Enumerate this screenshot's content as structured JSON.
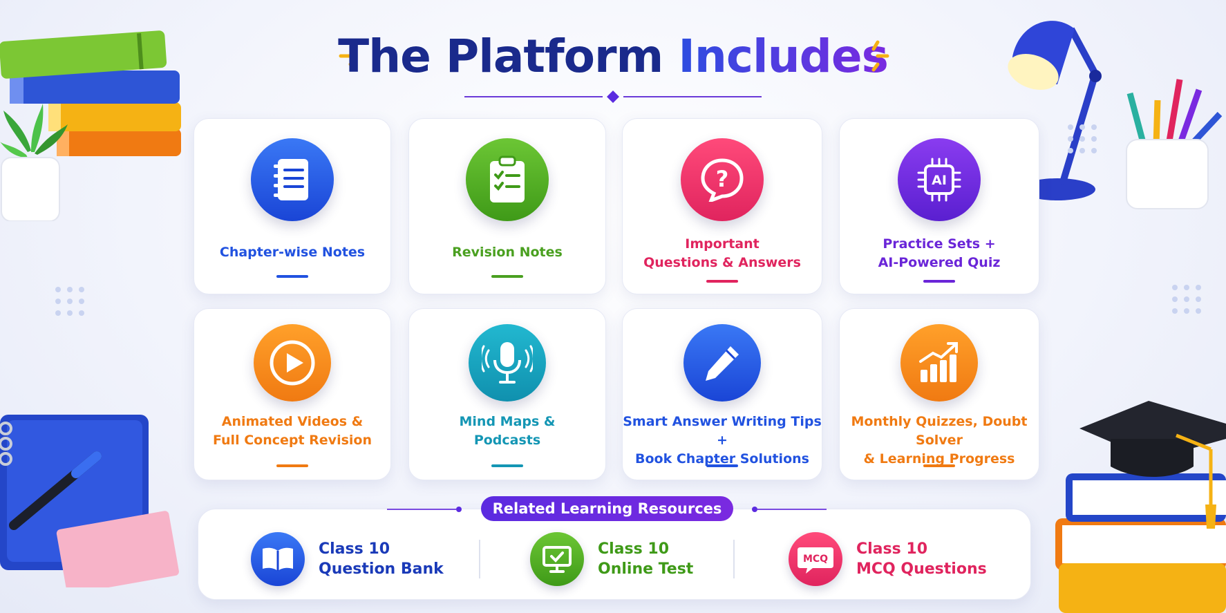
{
  "header": {
    "title_part1": "The Platform",
    "title_part2": "Includes"
  },
  "colors": {
    "navy": "#1a2a8c",
    "blue": "#2152e0",
    "green": "#4aa020",
    "pink": "#e0245e",
    "purple": "#6a25d8",
    "orange": "#f07a12",
    "teal": "#1496b4"
  },
  "features": [
    {
      "line1": "Chapter-wise Notes",
      "line2": "",
      "icon": "notebook-icon"
    },
    {
      "line1": "Revision Notes",
      "line2": "",
      "icon": "clipboard-checklist-icon"
    },
    {
      "line1": "Important",
      "line2": "Questions & Answers",
      "icon": "question-chat-icon"
    },
    {
      "line1": "Practice Sets +",
      "line2": "AI-Powered Quiz",
      "icon": "ai-chip-icon",
      "icon_text": "AI"
    },
    {
      "line1": "Animated Videos &",
      "line2": "Full Concept Revision",
      "icon": "play-icon"
    },
    {
      "line1": "Mind Maps &",
      "line2": "Podcasts",
      "icon": "microphone-icon"
    },
    {
      "line1": "Smart Answer Writing Tips +",
      "line2": "Book Chapter Solutions",
      "icon": "pencil-icon"
    },
    {
      "line1": "Monthly Quizzes, Doubt Solver",
      "line2": "& Learning Progress",
      "icon": "growth-chart-icon"
    }
  ],
  "resources": {
    "heading": "Related Learning Resources",
    "items": [
      {
        "line1": "Class 10",
        "line2": "Question Bank",
        "icon": "open-book-icon"
      },
      {
        "line1": "Class 10",
        "line2": "Online Test",
        "icon": "monitor-check-icon"
      },
      {
        "line1": "Class 10",
        "line2": "MCQ Questions",
        "icon": "mcq-bubble-icon",
        "icon_text": "MCQ"
      }
    ]
  }
}
